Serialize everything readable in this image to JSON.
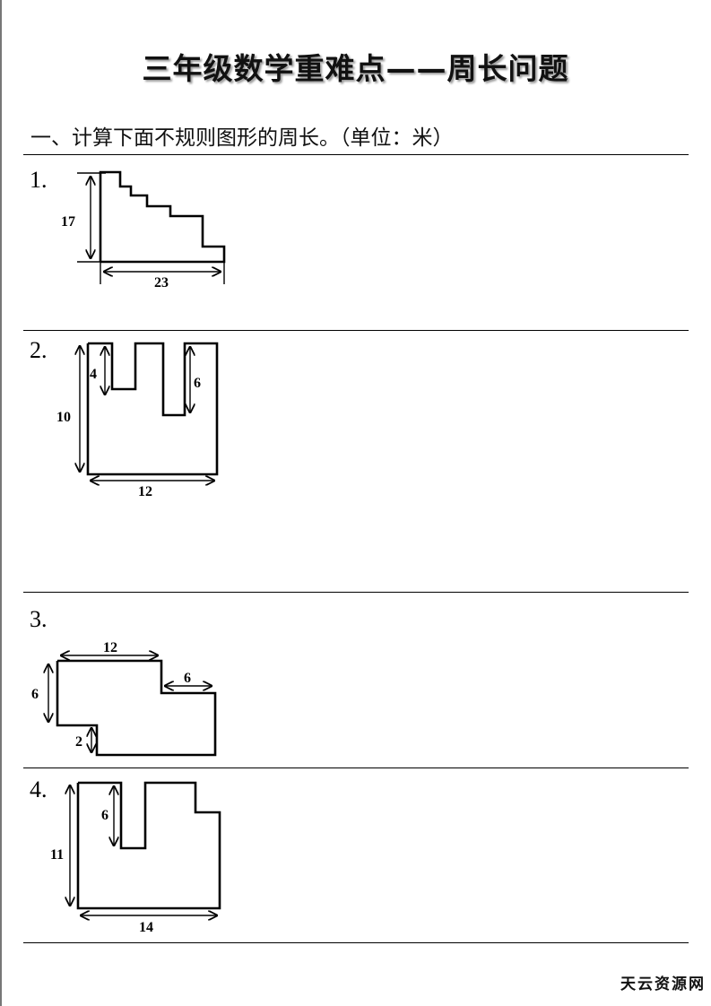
{
  "title": "三年级数学重难点——周长问题",
  "section_heading": "一、计算下面不规则图形的周长。（单位：米）",
  "problems": [
    {
      "number": "1.",
      "labels": {
        "height": "17",
        "width": "23"
      }
    },
    {
      "number": "2.",
      "labels": {
        "left_notch": "4",
        "right_notch": "6",
        "height": "10",
        "width": "12"
      }
    },
    {
      "number": "3.",
      "labels": {
        "top": "12",
        "right_top": "6",
        "left": "6",
        "step": "2"
      }
    },
    {
      "number": "4.",
      "labels": {
        "notch": "6",
        "height": "11",
        "width": "14"
      }
    }
  ],
  "watermark": "天云资源网"
}
